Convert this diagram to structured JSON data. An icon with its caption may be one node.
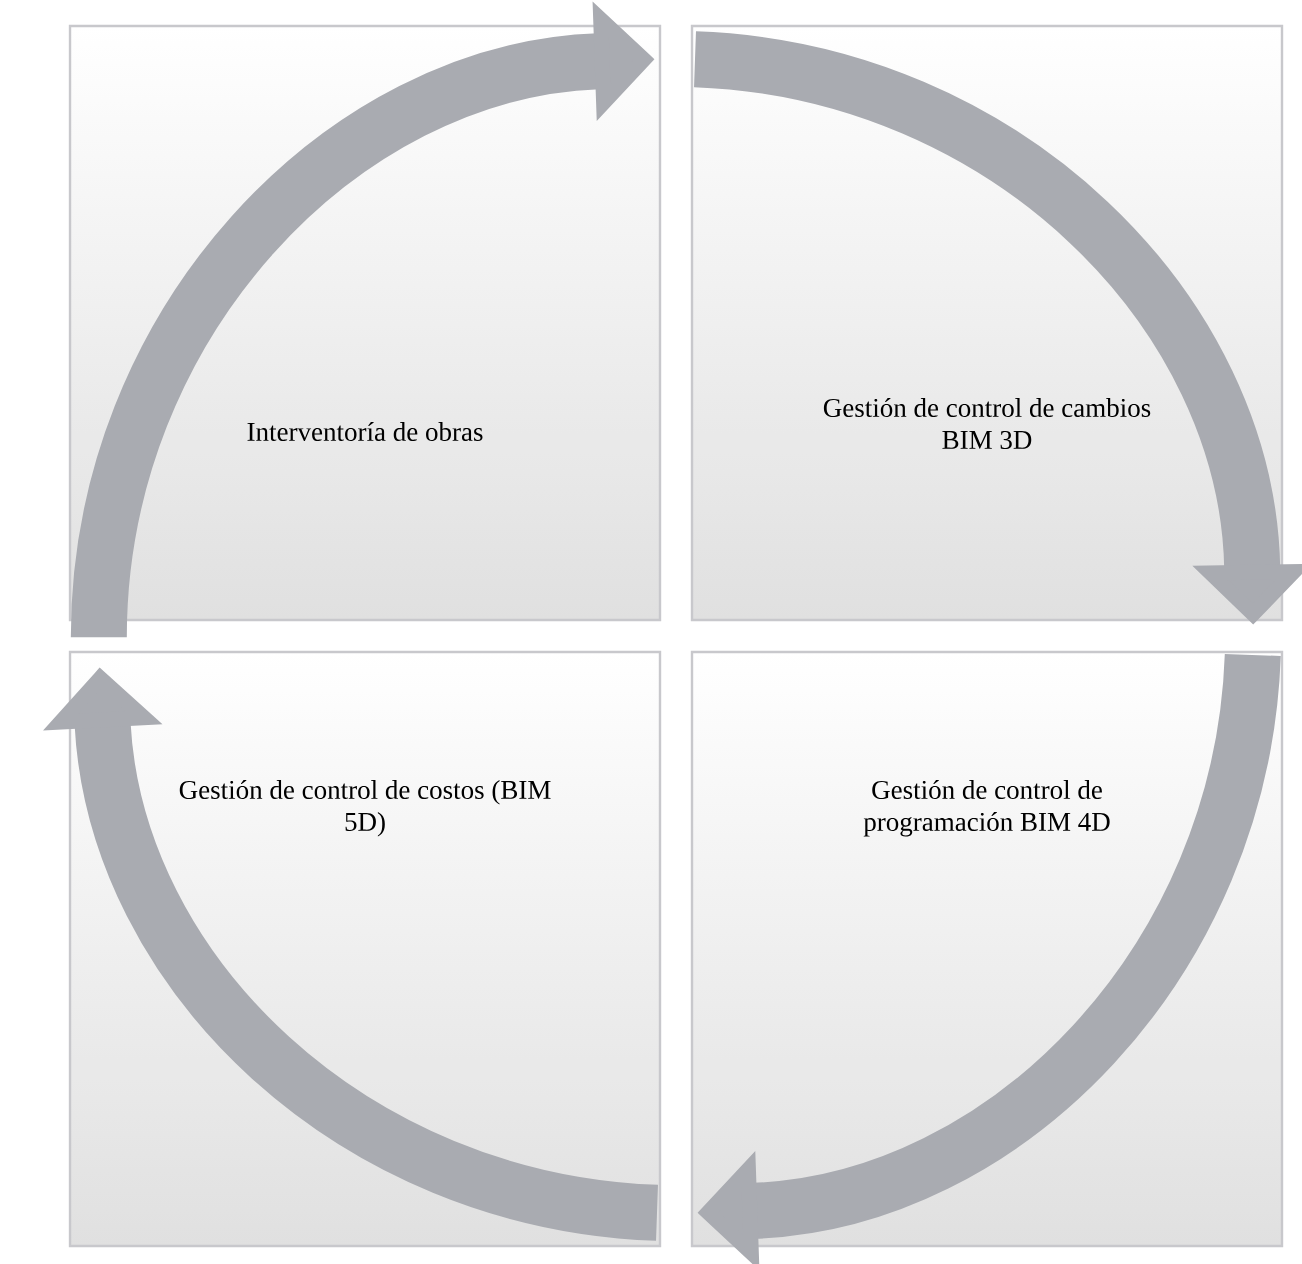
{
  "diagram": {
    "nodes": [
      {
        "text": [
          "Interventoría de obras"
        ]
      },
      {
        "text": [
          "Gestión de control de cambios BIM 3D"
        ]
      },
      {
        "text": [
          "Gestión de control de costos (BIM 5D)"
        ]
      },
      {
        "text": [
          "Gestión de control de programación BIM 4D"
        ]
      }
    ],
    "edges": [
      {
        "from": 0,
        "to": 1,
        "arrow": "to"
      },
      {
        "from": 1,
        "to": 3,
        "arrow": "to"
      },
      {
        "from": 3,
        "to": 2,
        "arrow": "to"
      },
      {
        "from": 2,
        "to": 0,
        "arrow": "to"
      }
    ]
  }
}
